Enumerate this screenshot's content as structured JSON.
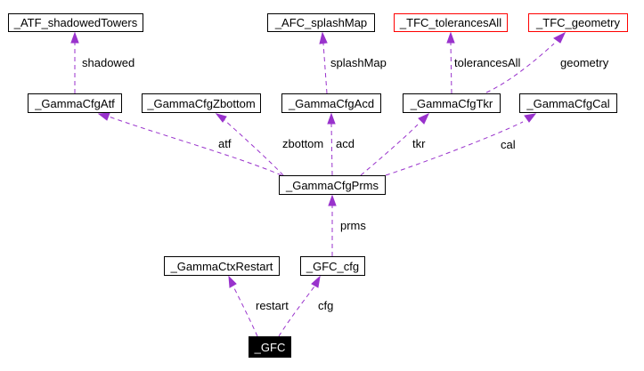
{
  "diagram": {
    "type": "collaboration-graph",
    "background_color": "#ffffff",
    "edge_color": "#9932cc",
    "node_border_color": "#000000",
    "highlight_border_color": "#ff0000",
    "focus_fill_color": "#000000",
    "focus_text_color": "#ffffff",
    "nodes": {
      "atf_shadowed_towers": {
        "label": "_ATF_shadowedTowers",
        "border": "#000000"
      },
      "afc_splash_map": {
        "label": "_AFC_splashMap",
        "border": "#000000"
      },
      "tfc_tolerances_all": {
        "label": "_TFC_tolerancesAll",
        "border": "#ff0000"
      },
      "tfc_geometry": {
        "label": "_TFC_geometry",
        "border": "#ff0000"
      },
      "gamma_cfg_atf": {
        "label": "_GammaCfgAtf",
        "border": "#000000"
      },
      "gamma_cfg_zbottom": {
        "label": "_GammaCfgZbottom",
        "border": "#000000"
      },
      "gamma_cfg_acd": {
        "label": "_GammaCfgAcd",
        "border": "#000000"
      },
      "gamma_cfg_tkr": {
        "label": "_GammaCfgTkr",
        "border": "#000000"
      },
      "gamma_cfg_cal": {
        "label": "_GammaCfgCal",
        "border": "#000000"
      },
      "gamma_cfg_prms": {
        "label": "_GammaCfgPrms",
        "border": "#000000"
      },
      "gamma_ctx_restart": {
        "label": "_GammaCtxRestart",
        "border": "#000000"
      },
      "gfc_cfg": {
        "label": "_GFC_cfg",
        "border": "#000000"
      },
      "gfc": {
        "label": "_GFC",
        "border": "#000000",
        "fill": "#000000",
        "text": "#ffffff"
      }
    },
    "edges": {
      "shadowed": {
        "label": "shadowed",
        "from": "_GammaCfgAtf",
        "to": "_ATF_shadowedTowers"
      },
      "splash_map": {
        "label": "splashMap",
        "from": "_GammaCfgAcd",
        "to": "_AFC_splashMap"
      },
      "tolerances_all": {
        "label": "tolerancesAll",
        "from": "_GammaCfgTkr",
        "to": "_TFC_tolerancesAll"
      },
      "geometry": {
        "label": "geometry",
        "from": "_GammaCfgTkr",
        "to": "_TFC_geometry"
      },
      "atf": {
        "label": "atf",
        "from": "_GammaCfgPrms",
        "to": "_GammaCfgAtf"
      },
      "zbottom": {
        "label": "zbottom",
        "from": "_GammaCfgPrms",
        "to": "_GammaCfgZbottom"
      },
      "acd": {
        "label": "acd",
        "from": "_GammaCfgPrms",
        "to": "_GammaCfgAcd"
      },
      "tkr": {
        "label": "tkr",
        "from": "_GammaCfgPrms",
        "to": "_GammaCfgTkr"
      },
      "cal": {
        "label": "cal",
        "from": "_GammaCfgPrms",
        "to": "_GammaCfgCal"
      },
      "prms": {
        "label": "prms",
        "from": "_GFC_cfg",
        "to": "_GammaCfgPrms"
      },
      "restart": {
        "label": "restart",
        "from": "_GFC",
        "to": "_GammaCtxRestart"
      },
      "cfg": {
        "label": "cfg",
        "from": "_GFC",
        "to": "_GFC_cfg"
      }
    }
  }
}
